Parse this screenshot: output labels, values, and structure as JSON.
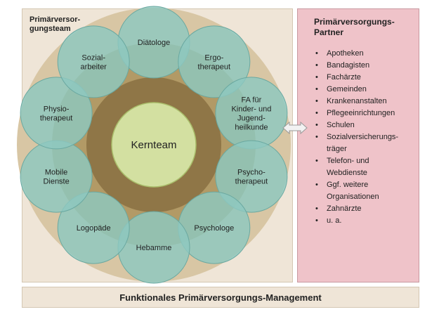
{
  "team": {
    "title": "Primärversor-\ngungsteam",
    "core": "Kernteam",
    "members": [
      {
        "label": "Diätologe"
      },
      {
        "label": "Ergo-\ntherapeut"
      },
      {
        "label": "FA für\nKinder- und\nJugend-\nheilkunde"
      },
      {
        "label": "Psycho-\ntherapeut"
      },
      {
        "label": "Psychologe"
      },
      {
        "label": "Hebamme"
      },
      {
        "label": "Logopäde"
      },
      {
        "label": "Mobile\nDienste"
      },
      {
        "label": "Physio-\ntherapeut"
      },
      {
        "label": "Sozial-\narbeiter"
      }
    ]
  },
  "partners": {
    "title": "Primärversorgungs-\nPartner",
    "items": [
      "Apotheken",
      "Bandagisten",
      "Fachärzte",
      "Gemeinden",
      "Krankenanstalten",
      "Pflegeeinrichtungen",
      "Schulen",
      "Sozialversicherungs-\nträger",
      "Telefon- und\nWebdienste",
      "Ggf. weitere\nOrganisationen",
      "Zahnärzte",
      "u. a."
    ],
    "bullet": "•"
  },
  "footer": {
    "label": "Funktionales Primärversorgungs-Management"
  },
  "colors": {
    "outer_ring": "#d8c6a4",
    "mid_ring": "#b29a66",
    "inner_ring": "#8f7647",
    "core_fill": "#d3e0a1",
    "member_fill": "#8ec8c0",
    "member_stroke": "#6aa8a0"
  },
  "icons": {
    "arrow": "double-arrow-icon"
  }
}
